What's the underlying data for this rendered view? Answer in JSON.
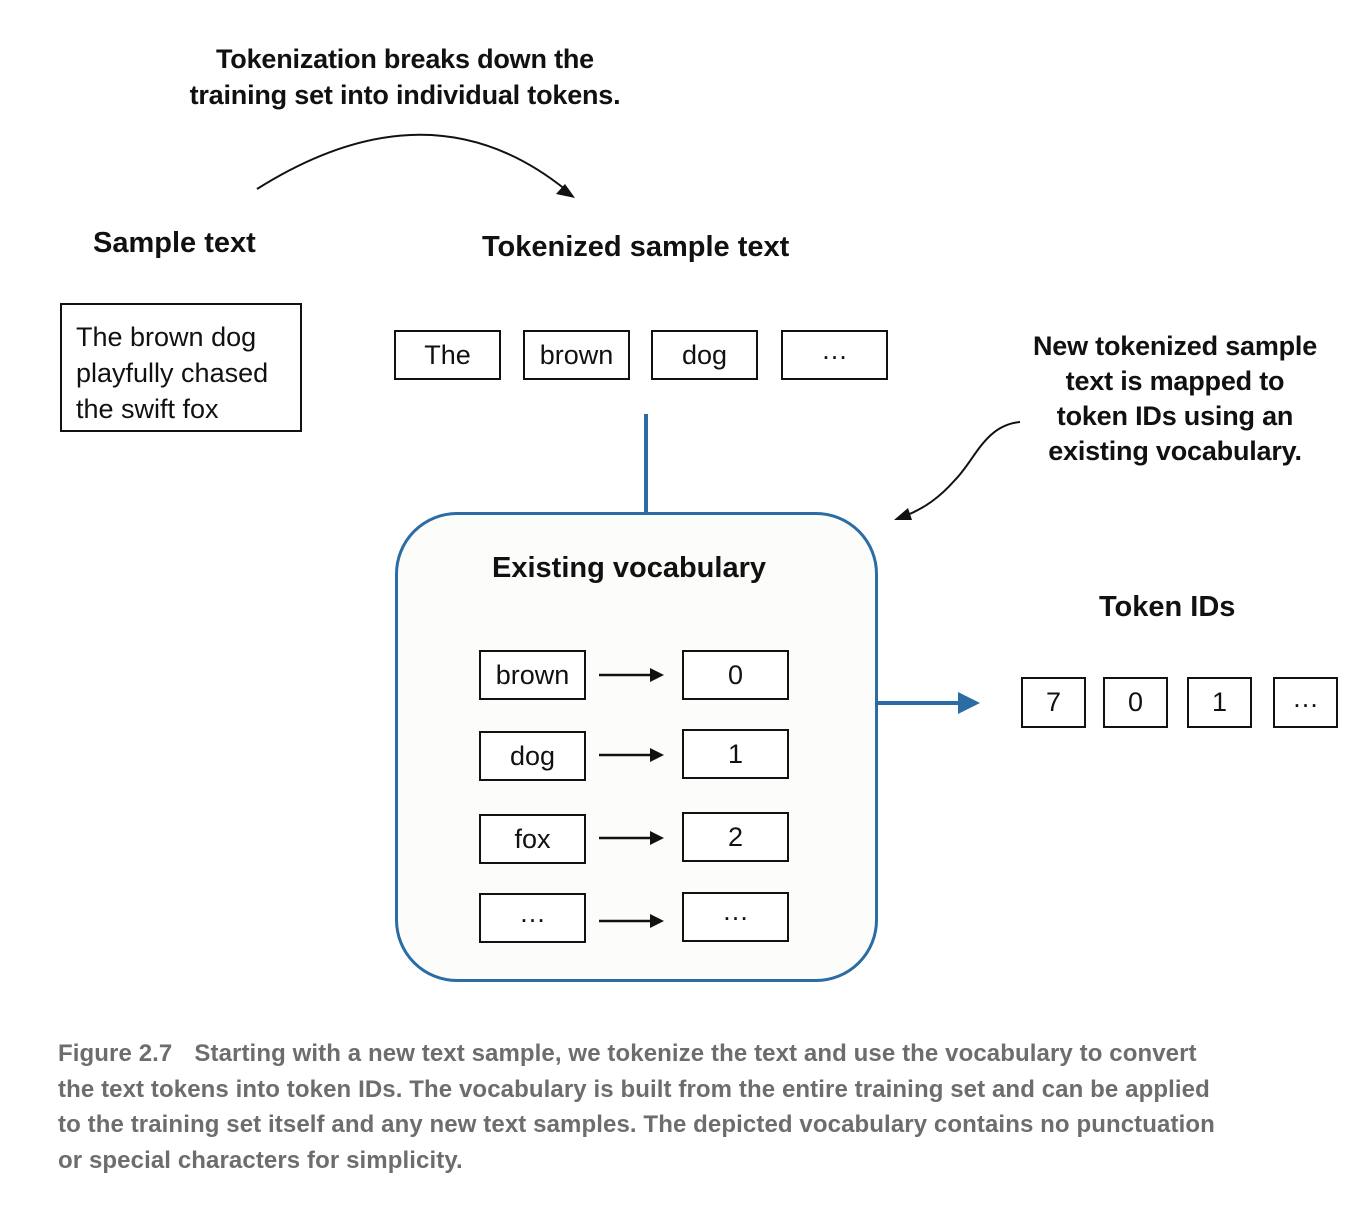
{
  "annotations": {
    "tokenization_line1": "Tokenization breaks down the",
    "tokenization_line2": "training set into individual tokens.",
    "mapping_line1": "New tokenized sample",
    "mapping_line2": "text is mapped to",
    "mapping_line3": "token IDs using an",
    "mapping_line4": "existing vocabulary."
  },
  "sample": {
    "title": "Sample text",
    "line1": "The brown dog",
    "line2": "playfully chased",
    "line3": "the swift fox"
  },
  "tokenized": {
    "title": "Tokenized sample text",
    "tokens": [
      "The",
      "brown",
      "dog",
      "…"
    ]
  },
  "vocabulary": {
    "title": "Existing vocabulary",
    "entries": [
      {
        "token": "brown",
        "id": "0"
      },
      {
        "token": "dog",
        "id": "1"
      },
      {
        "token": "fox",
        "id": "2"
      },
      {
        "token": "…",
        "id": "…"
      }
    ]
  },
  "token_ids": {
    "title": "Token IDs",
    "ids": [
      "7",
      "0",
      "1",
      "…"
    ]
  },
  "caption": {
    "figure_label": "Figure 2.7",
    "line1": "Starting with a new text sample, we tokenize the text and use the vocabulary to convert",
    "line2": "the text tokens into token IDs. The vocabulary is built from the entire training set and can be applied",
    "line3": "to the training set itself and any new text samples. The depicted vocabulary contains no punctuation",
    "line4": "or special characters for simplicity."
  },
  "colors": {
    "accent_blue": "#2a6ca3",
    "caption_gray": "#6d6d6d",
    "ink": "#111111"
  }
}
